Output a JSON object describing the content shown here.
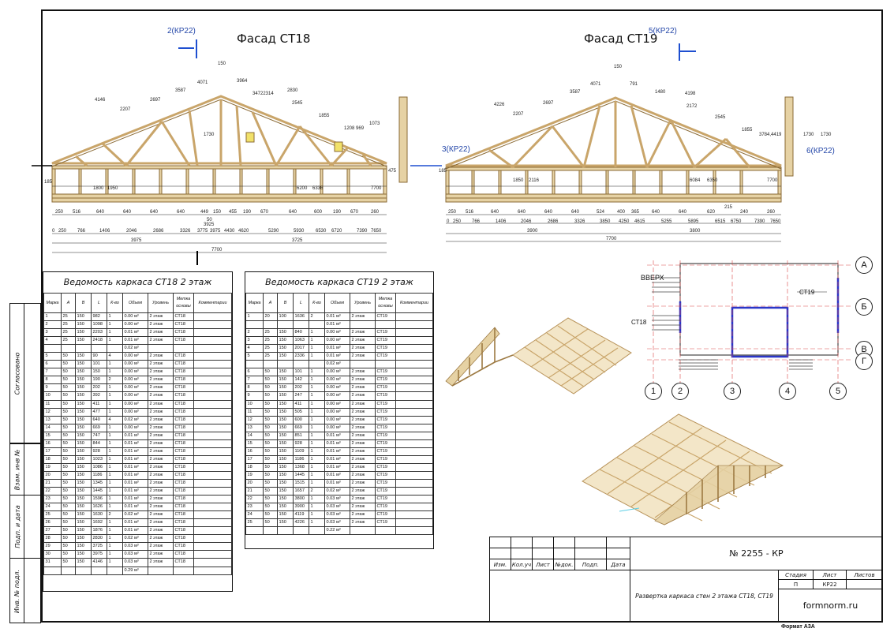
{
  "facades": {
    "ct18": {
      "title": "Фасад СТ18",
      "section_ref": "2(КР22)"
    },
    "ct19": {
      "title": "Фасад СТ19",
      "section_ref": "5(КР22)"
    },
    "side_refs": {
      "left": "3(КР22)",
      "right": "6(КР22)"
    }
  },
  "dimensions": {
    "ct18": {
      "top": [
        "4146",
        "2207",
        "2697",
        "3587",
        "4071",
        "150",
        "3964",
        "34722314",
        "2830",
        "2545",
        "1855",
        "1208 969",
        "1073"
      ],
      "row1": [
        "250",
        "516",
        "640",
        "640",
        "640",
        "640",
        "449",
        "150",
        "455",
        "190",
        "670",
        "640",
        "600",
        "190",
        "670",
        "260"
      ],
      "row2": [
        "0",
        "250",
        "766",
        "1406",
        "2046",
        "2686",
        "3326",
        "3775",
        "3975",
        "4430",
        "4620",
        "5290",
        "5930",
        "6530",
        "6720",
        "7390",
        "7650"
      ],
      "row3": [
        "3975",
        "3725"
      ],
      "total": "7700",
      "mid": [
        "1800",
        "1950",
        "6200",
        "6336",
        "7700",
        "3925",
        "50"
      ],
      "heights": [
        "1730",
        "475",
        "185"
      ]
    },
    "ct19": {
      "top": [
        "4226",
        "2207",
        "2697",
        "3587",
        "4071",
        "150",
        "791",
        "1480",
        "4198",
        "2172",
        "2545",
        "1855",
        "3784,4419"
      ],
      "row1": [
        "250",
        "516",
        "640",
        "640",
        "640",
        "640",
        "524",
        "400",
        "365",
        "640",
        "640",
        "620",
        "215",
        "240",
        "260"
      ],
      "row2": [
        "0",
        "250",
        "766",
        "1406",
        "2046",
        "2686",
        "3326",
        "3850",
        "4250",
        "4615",
        "5255",
        "5895",
        "6515",
        "6750",
        "7390",
        "7650"
      ],
      "row3": [
        "3900",
        "3800"
      ],
      "total": "7700",
      "mid": [
        "1850",
        "2116",
        "6084",
        "6350",
        "7700"
      ],
      "heights": [
        "1730",
        "1730",
        "185"
      ]
    }
  },
  "schedules": {
    "ct18": {
      "title": "Ведомость каркаса СТ18 2 этаж",
      "headers": [
        "Марка",
        "A",
        "B",
        "L",
        "К-во",
        "Объем",
        "Уровень",
        "Метка основы",
        "Комментарии"
      ],
      "rows": [
        [
          "1",
          "25",
          "150",
          "982",
          "1",
          "0.00 м³",
          "2 этаж",
          "СТ18",
          ""
        ],
        [
          "2",
          "25",
          "150",
          "1098",
          "1",
          "0.00 м³",
          "2 этаж",
          "СТ18",
          ""
        ],
        [
          "3",
          "25",
          "150",
          "2203",
          "1",
          "0.01 м³",
          "2 этаж",
          "СТ18",
          ""
        ],
        [
          "4",
          "25",
          "150",
          "2418",
          "1",
          "0.01 м³",
          "2 этаж",
          "СТ18",
          ""
        ],
        [
          "",
          "",
          "",
          "",
          "",
          "0.02 м³",
          "",
          "",
          ""
        ],
        [
          "5",
          "50",
          "150",
          "90",
          "4",
          "0.00 м³",
          "2 этаж",
          "СТ18",
          ""
        ],
        [
          "6",
          "50",
          "150",
          "101",
          "1",
          "0.00 м³",
          "2 этаж",
          "СТ18",
          ""
        ],
        [
          "7",
          "50",
          "150",
          "150",
          "1",
          "0.00 м³",
          "2 этаж",
          "СТ18",
          ""
        ],
        [
          "8",
          "50",
          "150",
          "190",
          "2",
          "0.00 м³",
          "2 этаж",
          "СТ18",
          ""
        ],
        [
          "9",
          "50",
          "150",
          "202",
          "1",
          "0.00 м³",
          "2 этаж",
          "СТ18",
          ""
        ],
        [
          "10",
          "50",
          "150",
          "392",
          "1",
          "0.00 м³",
          "2 этаж",
          "СТ18",
          ""
        ],
        [
          "11",
          "50",
          "150",
          "411",
          "1",
          "0.00 м³",
          "2 этаж",
          "СТ18",
          ""
        ],
        [
          "12",
          "50",
          "150",
          "477",
          "1",
          "0.00 м³",
          "2 этаж",
          "СТ18",
          ""
        ],
        [
          "13",
          "50",
          "150",
          "640",
          "4",
          "0.02 м³",
          "2 этаж",
          "СТ18",
          ""
        ],
        [
          "14",
          "50",
          "150",
          "669",
          "1",
          "0.00 м³",
          "2 этаж",
          "СТ18",
          ""
        ],
        [
          "15",
          "50",
          "150",
          "747",
          "1",
          "0.01 м³",
          "2 этаж",
          "СТ18",
          ""
        ],
        [
          "16",
          "50",
          "150",
          "844",
          "1",
          "0.01 м³",
          "2 этаж",
          "СТ18",
          ""
        ],
        [
          "17",
          "50",
          "150",
          "928",
          "1",
          "0.01 м³",
          "2 этаж",
          "СТ18",
          ""
        ],
        [
          "18",
          "50",
          "150",
          "1023",
          "1",
          "0.01 м³",
          "2 этаж",
          "СТ18",
          ""
        ],
        [
          "19",
          "50",
          "150",
          "1086",
          "1",
          "0.01 м³",
          "2 этаж",
          "СТ18",
          ""
        ],
        [
          "20",
          "50",
          "150",
          "1186",
          "1",
          "0.01 м³",
          "2 этаж",
          "СТ18",
          ""
        ],
        [
          "21",
          "50",
          "150",
          "1345",
          "1",
          "0.01 м³",
          "2 этаж",
          "СТ18",
          ""
        ],
        [
          "22",
          "50",
          "150",
          "1445",
          "1",
          "0.01 м³",
          "2 этаж",
          "СТ18",
          ""
        ],
        [
          "23",
          "50",
          "150",
          "1596",
          "1",
          "0.01 м³",
          "2 этаж",
          "СТ18",
          ""
        ],
        [
          "24",
          "50",
          "150",
          "1626",
          "1",
          "0.01 м³",
          "2 этаж",
          "СТ18",
          ""
        ],
        [
          "25",
          "50",
          "150",
          "1630",
          "2",
          "0.02 м³",
          "2 этаж",
          "СТ18",
          ""
        ],
        [
          "26",
          "50",
          "150",
          "1692",
          "1",
          "0.01 м³",
          "2 этаж",
          "СТ18",
          ""
        ],
        [
          "27",
          "50",
          "150",
          "1876",
          "1",
          "0.01 м³",
          "2 этаж",
          "СТ18",
          ""
        ],
        [
          "28",
          "50",
          "150",
          "2830",
          "1",
          "0.02 м³",
          "2 этаж",
          "СТ18",
          ""
        ],
        [
          "29",
          "50",
          "150",
          "3725",
          "1",
          "0.03 м³",
          "2 этаж",
          "СТ18",
          ""
        ],
        [
          "30",
          "50",
          "150",
          "3975",
          "1",
          "0.03 м³",
          "2 этаж",
          "СТ18",
          ""
        ],
        [
          "31",
          "50",
          "150",
          "4146",
          "1",
          "0.03 м³",
          "2 этаж",
          "СТ18",
          ""
        ],
        [
          "",
          "",
          "",
          "",
          "",
          "0.29 м³",
          "",
          "",
          ""
        ]
      ]
    },
    "ct19": {
      "title": "Ведомость каркаса СТ19 2 этаж",
      "headers": [
        "Марка",
        "A",
        "B",
        "L",
        "К-во",
        "Объем",
        "Уровень",
        "Метка основы",
        "Комментарии"
      ],
      "rows": [
        [
          "1",
          "20",
          "100",
          "1636",
          "2",
          "0.01 м³",
          "2 этаж",
          "СТ19",
          ""
        ],
        [
          "",
          "",
          "",
          "",
          "",
          "0.01 м³",
          "",
          "",
          ""
        ],
        [
          "2",
          "25",
          "150",
          "840",
          "1",
          "0.00 м³",
          "2 этаж",
          "СТ19",
          ""
        ],
        [
          "3",
          "25",
          "150",
          "1063",
          "1",
          "0.00 м³",
          "2 этаж",
          "СТ19",
          ""
        ],
        [
          "4",
          "25",
          "150",
          "2017",
          "1",
          "0.01 м³",
          "2 этаж",
          "СТ19",
          ""
        ],
        [
          "5",
          "25",
          "150",
          "2336",
          "1",
          "0.01 м³",
          "2 этаж",
          "СТ19",
          ""
        ],
        [
          "",
          "",
          "",
          "",
          "",
          "0.02 м³",
          "",
          "",
          ""
        ],
        [
          "6",
          "50",
          "150",
          "101",
          "1",
          "0.00 м³",
          "2 этаж",
          "СТ19",
          ""
        ],
        [
          "7",
          "50",
          "150",
          "142",
          "1",
          "0.00 м³",
          "2 этаж",
          "СТ19",
          ""
        ],
        [
          "8",
          "50",
          "150",
          "202",
          "1",
          "0.00 м³",
          "2 этаж",
          "СТ19",
          ""
        ],
        [
          "9",
          "50",
          "150",
          "247",
          "1",
          "0.00 м³",
          "2 этаж",
          "СТ19",
          ""
        ],
        [
          "10",
          "50",
          "150",
          "411",
          "1",
          "0.00 м³",
          "2 этаж",
          "СТ19",
          ""
        ],
        [
          "11",
          "50",
          "150",
          "505",
          "1",
          "0.00 м³",
          "2 этаж",
          "СТ19",
          ""
        ],
        [
          "12",
          "50",
          "150",
          "600",
          "1",
          "0.00 м³",
          "2 этаж",
          "СТ19",
          ""
        ],
        [
          "13",
          "50",
          "150",
          "669",
          "1",
          "0.00 м³",
          "2 этаж",
          "СТ19",
          ""
        ],
        [
          "14",
          "50",
          "150",
          "851",
          "1",
          "0.01 м³",
          "2 этаж",
          "СТ19",
          ""
        ],
        [
          "15",
          "50",
          "150",
          "928",
          "1",
          "0.01 м³",
          "2 этаж",
          "СТ19",
          ""
        ],
        [
          "16",
          "50",
          "150",
          "1109",
          "1",
          "0.01 м³",
          "2 этаж",
          "СТ19",
          ""
        ],
        [
          "17",
          "50",
          "150",
          "1186",
          "1",
          "0.01 м³",
          "2 этаж",
          "СТ19",
          ""
        ],
        [
          "18",
          "50",
          "150",
          "1368",
          "1",
          "0.01 м³",
          "2 этаж",
          "СТ19",
          ""
        ],
        [
          "19",
          "50",
          "150",
          "1445",
          "1",
          "0.01 м³",
          "2 этаж",
          "СТ19",
          ""
        ],
        [
          "20",
          "50",
          "150",
          "1515",
          "1",
          "0.01 м³",
          "2 этаж",
          "СТ19",
          ""
        ],
        [
          "21",
          "50",
          "150",
          "1657",
          "2",
          "0.02 м³",
          "2 этаж",
          "СТ19",
          ""
        ],
        [
          "22",
          "50",
          "150",
          "3800",
          "1",
          "0.03 м³",
          "2 этаж",
          "СТ19",
          ""
        ],
        [
          "23",
          "50",
          "150",
          "3900",
          "1",
          "0.03 м³",
          "2 этаж",
          "СТ19",
          ""
        ],
        [
          "24",
          "50",
          "150",
          "4119",
          "1",
          "0.03 м³",
          "2 этаж",
          "СТ19",
          ""
        ],
        [
          "25",
          "50",
          "150",
          "4226",
          "1",
          "0.03 м³",
          "2 этаж",
          "СТ19",
          ""
        ],
        [
          "",
          "",
          "",
          "",
          "",
          "0.22 м³",
          "",
          "",
          ""
        ]
      ]
    }
  },
  "plan": {
    "label_up": "ВВЕРХ",
    "wall_ct18": "СТ18",
    "wall_ct19": "СТ19",
    "axes_rows": [
      "А",
      "Б",
      "В",
      "Г"
    ],
    "axes_cols": [
      "1",
      "2",
      "3",
      "4",
      "5"
    ],
    "colors": {
      "wall_highlight": "#2a35c8",
      "axis_red": "#d94a4a",
      "wood": "#e6d2a4",
      "wood_dark": "#b8935a"
    }
  },
  "left_strip": {
    "agreed": "Согласовано",
    "inv_replace": "Взам. инв №",
    "sign_date": "Подп. и дата",
    "inv_orig": "Инв. № подл."
  },
  "title_block": {
    "doc_number": "№ 2255 - КР",
    "description": "Развертка каркаса стен 2 этажа СТ18, СТ19",
    "headers": [
      "Изм.",
      "Кол.уч",
      "Лист",
      "№док.",
      "Подп.",
      "Дата"
    ],
    "stage_label": "Стадия",
    "sheet_label": "Лист",
    "sheets_label": "Листов",
    "stage": "П",
    "sheet": "КР22",
    "sheets": "",
    "site": "formnorm.ru"
  },
  "format": "Формат А3А"
}
